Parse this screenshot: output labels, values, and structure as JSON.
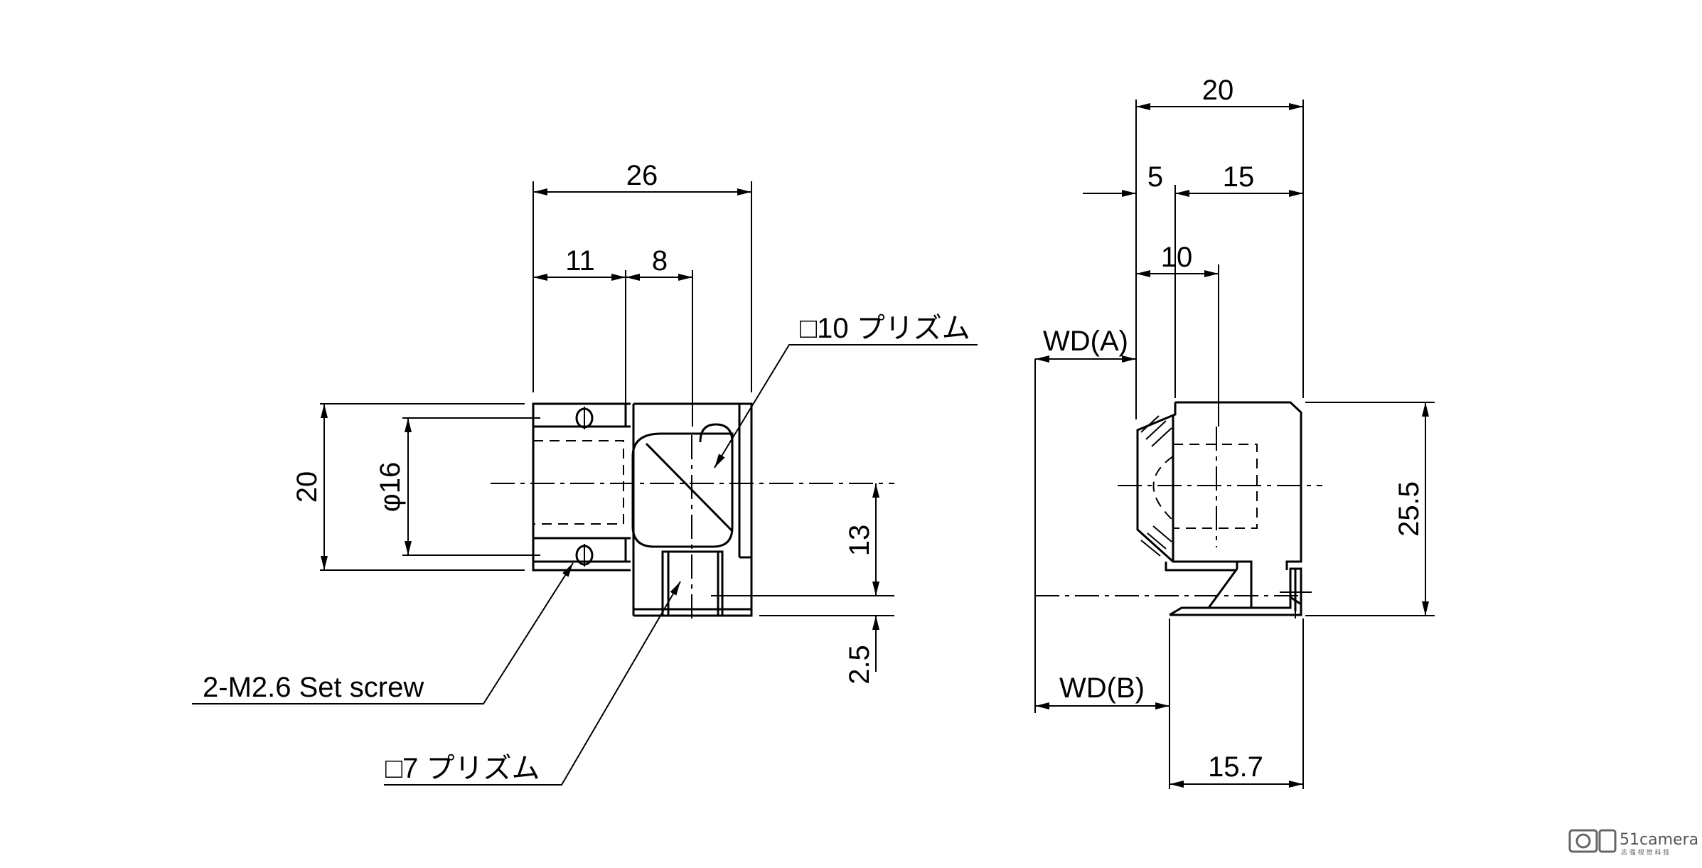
{
  "front_view": {
    "dim_width_total": "26",
    "dim_left_segment": "11",
    "dim_prism_width": "8",
    "dim_height": "20",
    "dim_bore_diameter": "φ16",
    "dim_lower_prism_height": "13",
    "dim_base_offset": "2.5",
    "callout_large_prism": "□10 プリズム",
    "callout_set_screw": "2-M2.6 Set screw",
    "callout_small_prism": "□7 プリズム"
  },
  "side_view": {
    "dim_total_width": "20",
    "dim_left_offset": "5",
    "dim_right_segment": "15",
    "dim_inner_depth": "10",
    "dim_height": "25.5",
    "dim_bottom_width": "15.7",
    "label_wd_a": "WD(A)",
    "label_wd_b": "WD(B)"
  },
  "watermark": {
    "brand": "51camera",
    "tagline": "志 强 视 觉 科 技"
  }
}
